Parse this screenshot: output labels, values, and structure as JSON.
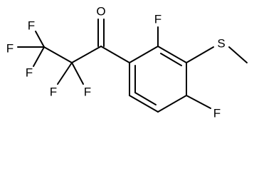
{
  "molecule": {
    "atoms": {
      "f_cf3_top": "F",
      "f_cf3_left": "F",
      "f_cf3_low": "F",
      "f_cf2_left": "F",
      "f_cf2_right": "F",
      "o_carbonyl": "O",
      "f_ring_top": "F",
      "s_thioether": "S",
      "f_ring_bottom": "F"
    }
  }
}
